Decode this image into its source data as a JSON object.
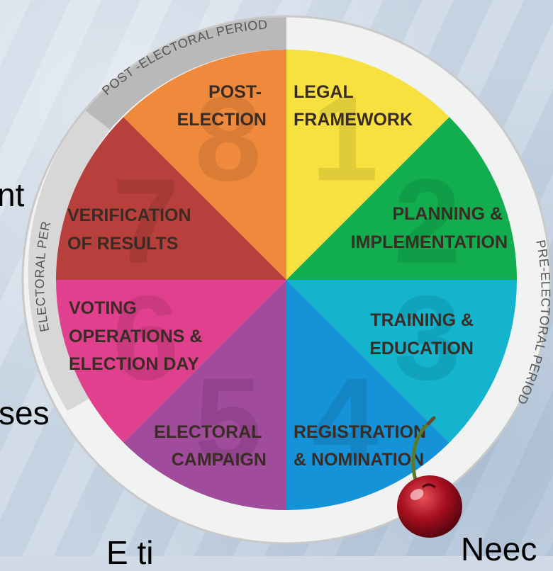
{
  "phases": [
    {
      "number": "1",
      "line1": "LEGAL",
      "line2": "FRAMEWORK",
      "color": "#f6e13e"
    },
    {
      "number": "2",
      "line1": "PLANNING &",
      "line2": "IMPLEMENTATION",
      "color": "#12ad4f"
    },
    {
      "number": "3",
      "line1": "TRAINING &",
      "line2": "EDUCATION",
      "color": "#14b4cf"
    },
    {
      "number": "4",
      "line1": "REGISTRATION",
      "line2": "& NOMINATION",
      "color": "#1593d8"
    },
    {
      "number": "5",
      "line1": "ELECTORAL",
      "line2": "CAMPAIGN",
      "color": "#a04b9b"
    },
    {
      "number": "6",
      "line1": "VOTING",
      "line2": "OPERATIONS &",
      "line3": "ELECTION DAY",
      "color": "#e0408e"
    },
    {
      "number": "7",
      "line1": "VERIFICATION",
      "line2": "OF RESULTS",
      "color": "#b8403c"
    },
    {
      "number": "8",
      "line1": "POST-",
      "line2": "ELECTION",
      "color": "#ef8a3c"
    }
  ],
  "ring": {
    "post_electoral": "POST -ELECTORAL PERIOD",
    "electoral": "ELECTORAL PERIOD",
    "pre_electoral": "PRE-ELECTORAL PERIOD"
  },
  "side_text": {
    "left_top": "nt",
    "left_bottom": "ses",
    "bottom_left": "E ti",
    "bottom_right": "Neec"
  }
}
